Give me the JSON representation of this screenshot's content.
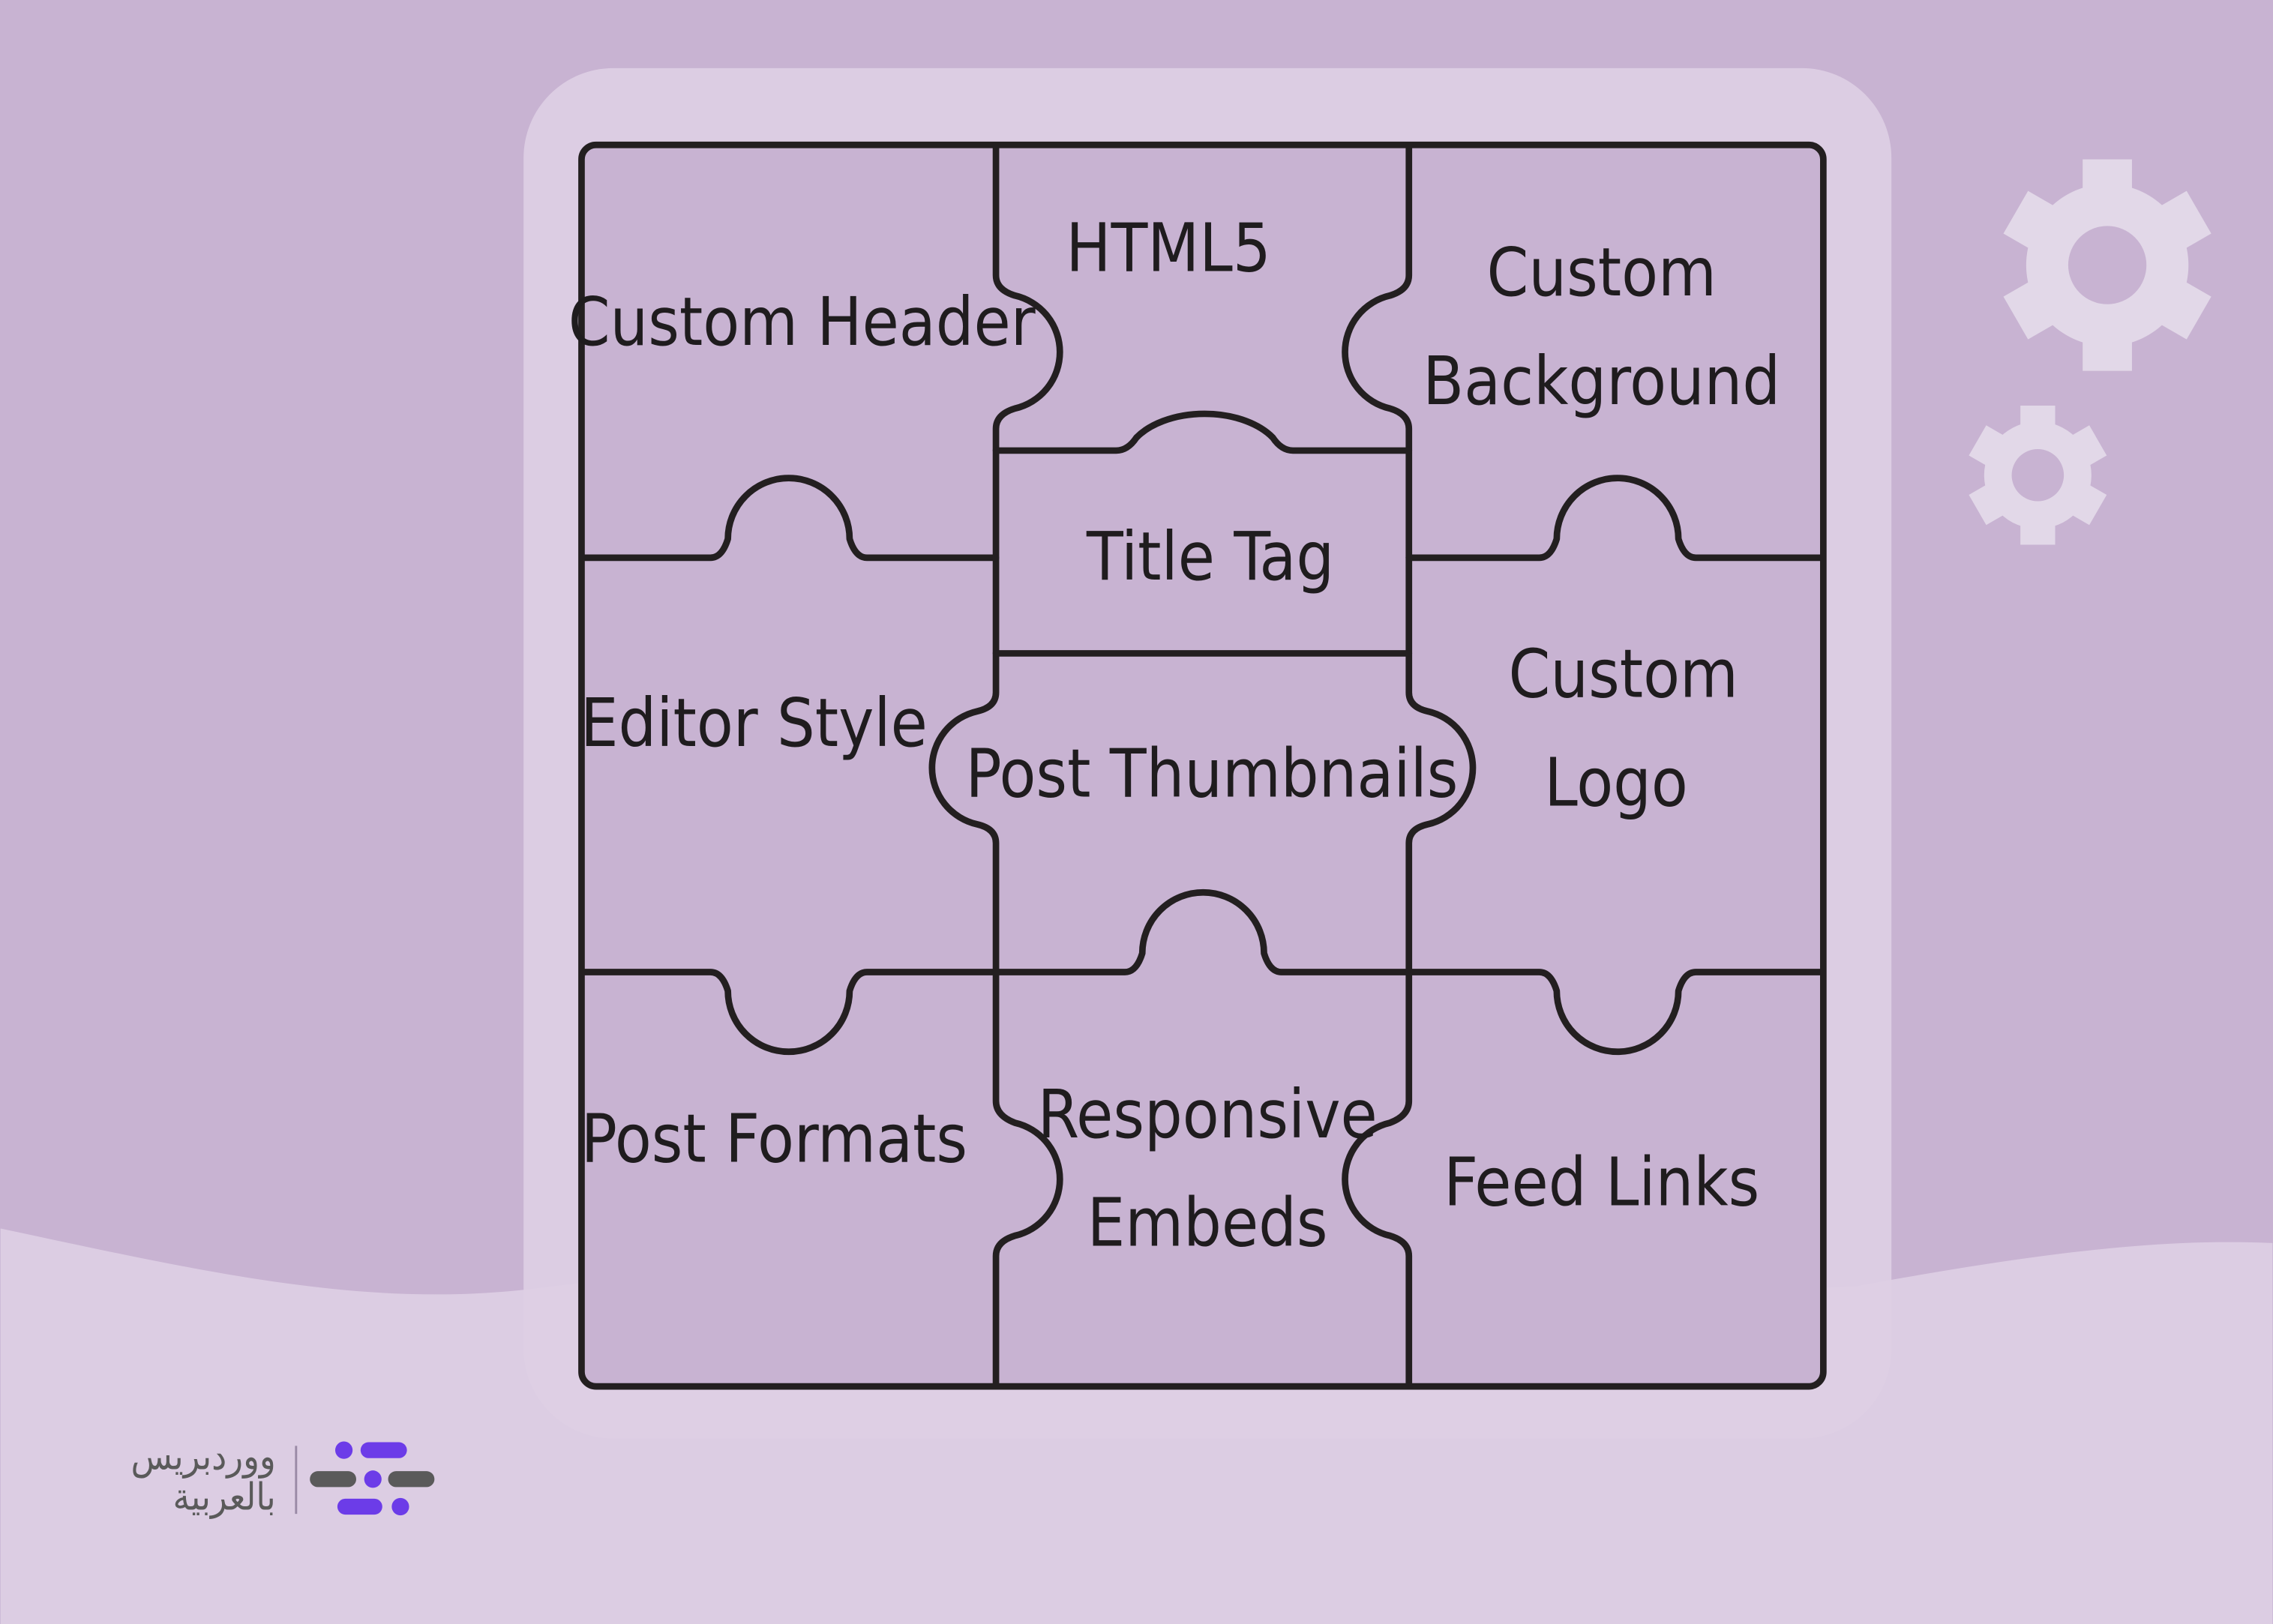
{
  "pieces": [
    {
      "id": "custom-header",
      "lines": [
        "Custom Header"
      ]
    },
    {
      "id": "html5",
      "lines": [
        "HTML5"
      ]
    },
    {
      "id": "custom-background",
      "lines": [
        "Custom",
        "Background"
      ]
    },
    {
      "id": "title-tag",
      "lines": [
        "Title Tag"
      ]
    },
    {
      "id": "editor-style",
      "lines": [
        "Editor Style"
      ]
    },
    {
      "id": "post-thumbnails",
      "lines": [
        "Post Thumbnails"
      ]
    },
    {
      "id": "custom-logo",
      "lines": [
        "Custom",
        "Logo"
      ]
    },
    {
      "id": "post-formats",
      "lines": [
        "Post Formats"
      ]
    },
    {
      "id": "responsive-embeds",
      "lines": [
        "Responsive",
        "Embeds"
      ]
    },
    {
      "id": "feed-links",
      "lines": [
        "Feed Links"
      ]
    }
  ],
  "logo": {
    "line1": "ووردبريس",
    "line2": "بالعربية"
  },
  "colors": {
    "background": "#c8b3d2",
    "wave": "#dccde3",
    "frame": "#ddcfe4",
    "piece_fill": "#c8b3d2",
    "outline": "#231f20",
    "gear": "#e2d8e8",
    "logo_purple": "#6c3ce8",
    "logo_gray": "#5a5a5a"
  }
}
